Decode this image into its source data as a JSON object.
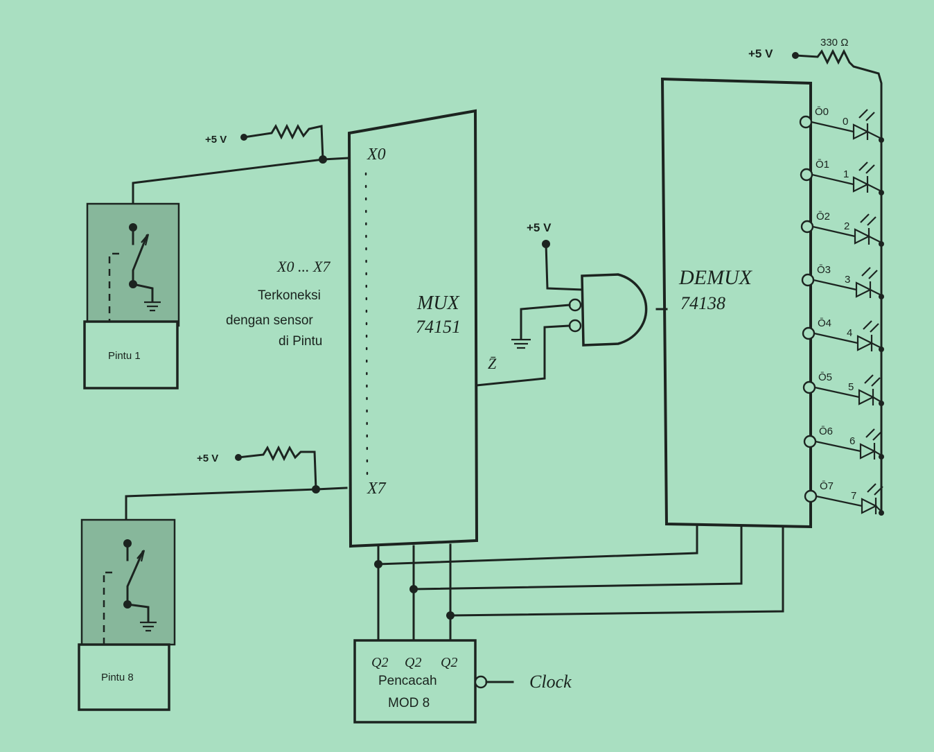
{
  "supply": {
    "vcc_label": "+5 V",
    "resistor_value": "330 Ω"
  },
  "doors": [
    {
      "label": "Pintu 1"
    },
    {
      "label": "Pintu 8"
    }
  ],
  "note": {
    "line1": "X0 ... X7",
    "line2": "Terkoneksi",
    "line3": "dengan sensor",
    "line4": "di Pintu"
  },
  "mux": {
    "name": "MUX",
    "part": "74151",
    "input_first": "X0",
    "input_last": "X7",
    "output_label": "Z̄"
  },
  "demux": {
    "name": "DEMUX",
    "part": "74138",
    "outputs": [
      {
        "pin": "Ō0",
        "led": "0"
      },
      {
        "pin": "Ō1",
        "led": "1"
      },
      {
        "pin": "Ō2",
        "led": "2"
      },
      {
        "pin": "Ō3",
        "led": "3"
      },
      {
        "pin": "Ō4",
        "led": "4"
      },
      {
        "pin": "Ō5",
        "led": "5"
      },
      {
        "pin": "Ō6",
        "led": "6"
      },
      {
        "pin": "Ō7",
        "led": "7"
      }
    ]
  },
  "counter": {
    "q_labels": [
      "Q2",
      "Q2",
      "Q2"
    ],
    "line1": "Pencacah",
    "line2": "MOD 8",
    "clock_label": "Clock"
  },
  "colors": {
    "background": "#a9dfc1",
    "ink": "#1c2420",
    "sensor_box": "#87b79b"
  }
}
